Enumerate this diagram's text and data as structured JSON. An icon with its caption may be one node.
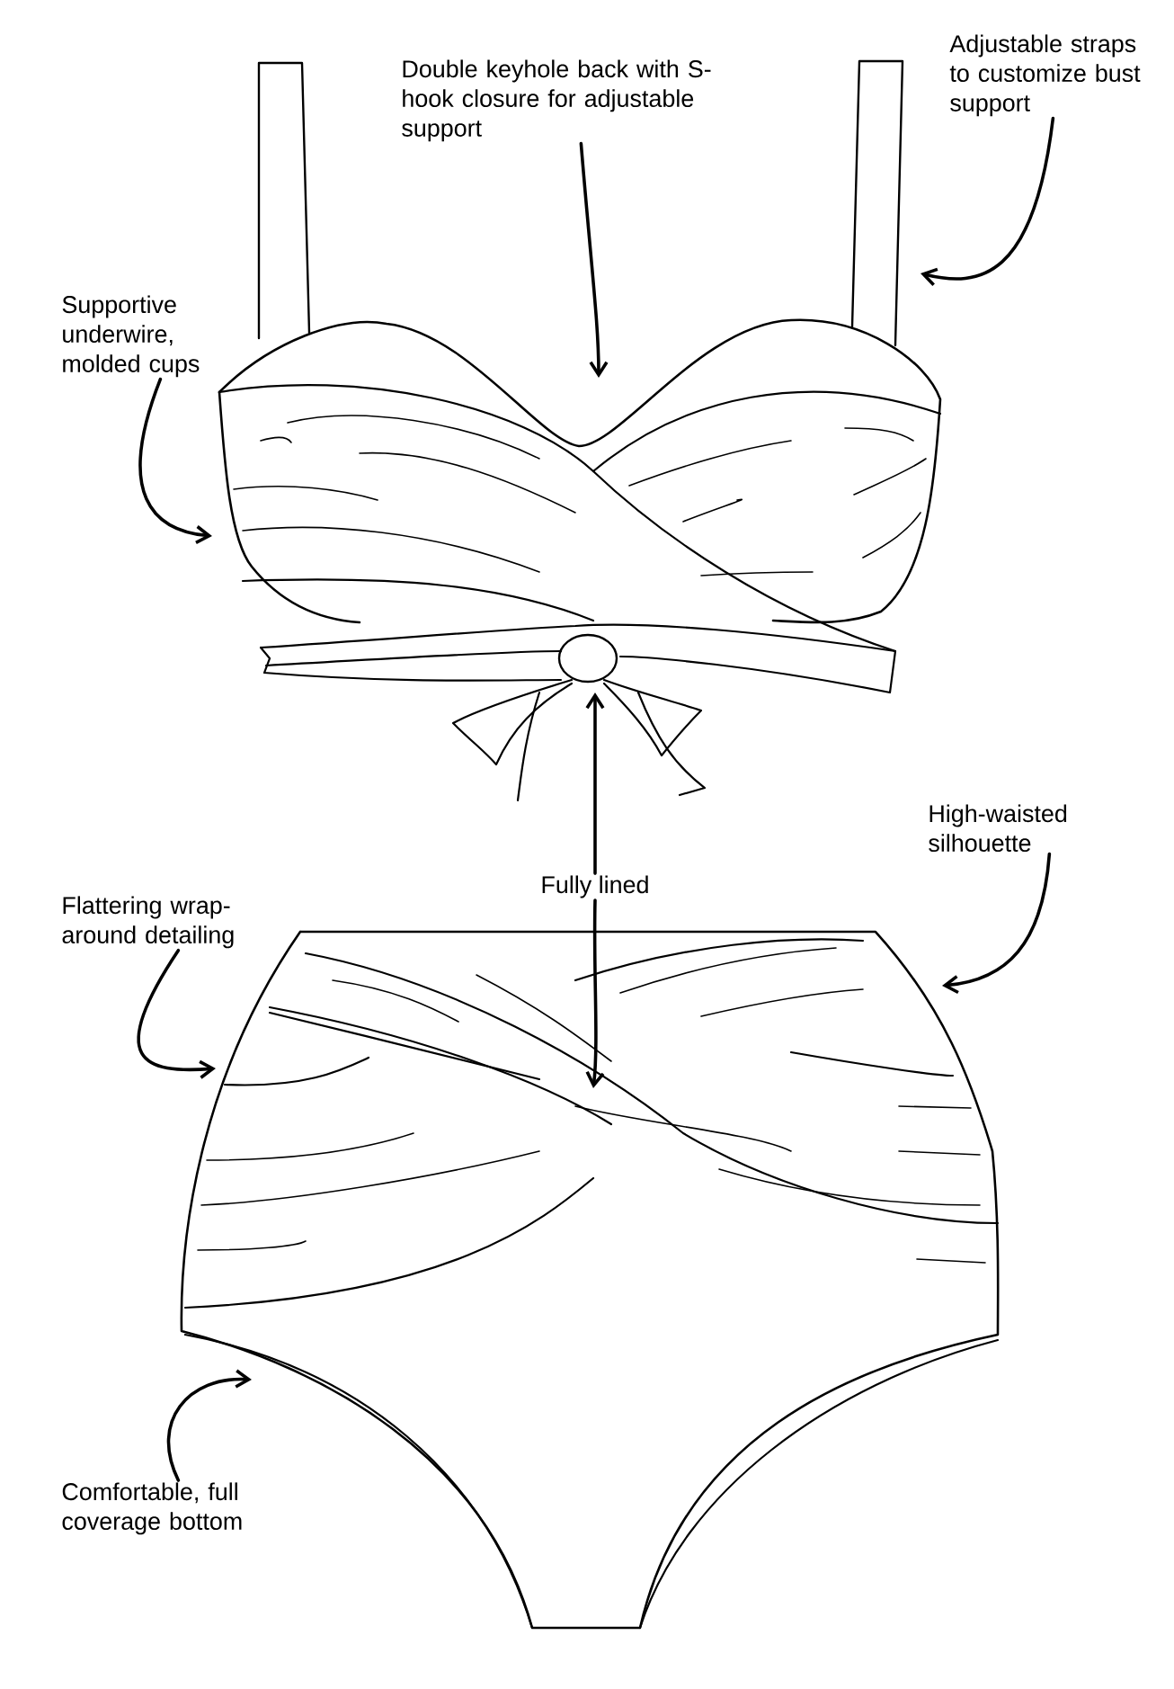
{
  "diagram": {
    "nodes": [
      {
        "text": [
          "Double keyhole back with S-hook closure for adjustable support"
        ]
      },
      {
        "text": [
          "Adjustable straps to customize bust support"
        ]
      },
      {
        "text": [
          "Supportive underwire, molded cups"
        ]
      },
      {
        "text": [
          "High-waisted silhouette"
        ]
      },
      {
        "text": [
          "Fully lined"
        ]
      },
      {
        "text": [
          "Flattering wrap-around detailing"
        ]
      },
      {
        "text": [
          "Comfortable, full coverage bottom"
        ]
      }
    ],
    "edges": [
      {
        "from": 0,
        "to": null,
        "arrow": "to"
      },
      {
        "from": 1,
        "to": null,
        "arrow": "to"
      },
      {
        "from": 2,
        "to": null,
        "arrow": "to"
      },
      {
        "from": 3,
        "to": null,
        "arrow": "to"
      },
      {
        "from": 4,
        "to": null,
        "arrow": "to"
      },
      {
        "from": 4,
        "to": null,
        "arrow": "to"
      },
      {
        "from": 5,
        "to": null,
        "arrow": "to"
      },
      {
        "from": 6,
        "to": null,
        "arrow": "to"
      }
    ]
  }
}
